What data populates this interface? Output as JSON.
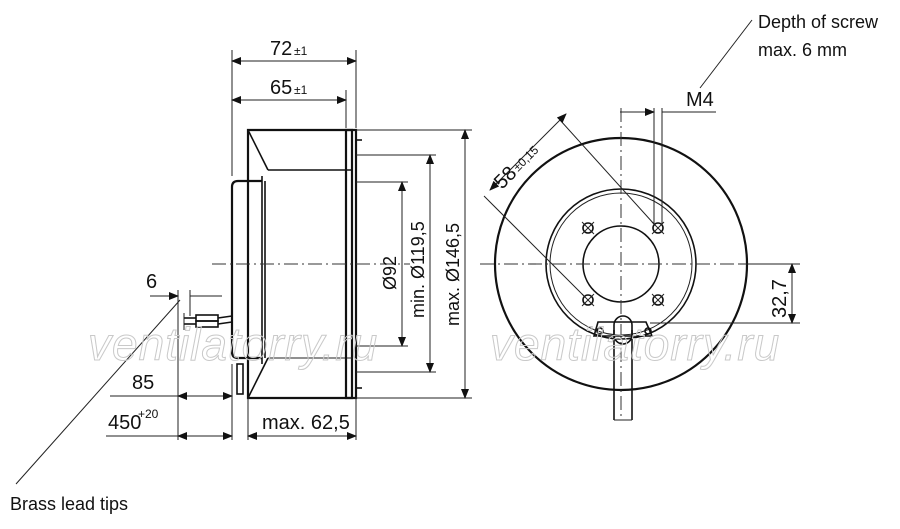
{
  "dimensions": {
    "overall_length": "72",
    "overall_length_tol": "±1",
    "housing_length": "65",
    "housing_length_tol": "±1",
    "diameter_92": "Ø92",
    "diameter_min": "min. Ø119,5",
    "diameter_max": "max. Ø146,5",
    "lead_offset": "6",
    "lead_length_85": "85",
    "lead_length_450": "450",
    "lead_length_450_tol": "+20",
    "max_depth": "max. 62,5",
    "bolt_spacing": "58",
    "bolt_spacing_tol": "±0,15",
    "thread": "M4",
    "offset_32_7": "32,7"
  },
  "notes": {
    "screw_depth_line1": "Depth of screw",
    "screw_depth_line2": "max. 6 mm",
    "brass_tips": "Brass lead tips"
  },
  "watermark": {
    "left": "ventilatorry.ru",
    "right": "ventilatorry.ru"
  }
}
